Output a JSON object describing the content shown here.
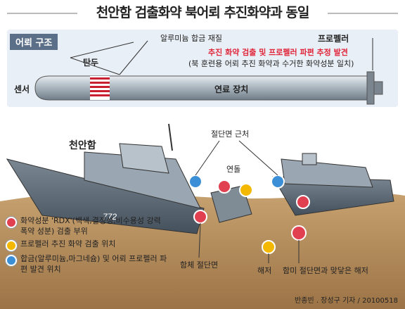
{
  "title": "천안함 검출화약 북어뢰 추진화약과 동일",
  "torpedo": {
    "section_label": "어뢰 구조",
    "material": "알루미늄 합금 재질",
    "warhead": "탄두",
    "sensor": "센서",
    "fuel": "연료 장치",
    "propeller": "프로펠러",
    "finding_line1": "추진 화약 검출 및 프로펠러 파편 추정 발견",
    "finding_line2": "(북 훈련용 어뢰 추진 화약과 수거한 화약성분 일치)"
  },
  "scene": {
    "ship_name": "천안함",
    "hull_number": "772",
    "cut_near": "절단면 근처",
    "funnel": "연돌",
    "hull_cut": "함체 절단면",
    "seabed": "해저",
    "stern_seabed": "함미 절단면과 맞닿은 해저"
  },
  "legend": [
    {
      "color": "#e0404f",
      "text": "화약성분 'RDX'(백색,결정성,비수용성 강력폭약 성분) 검출 부위"
    },
    {
      "color": "#f5b800",
      "text": "프로펠러 추진 화약 검출 위치"
    },
    {
      "color": "#3b8fd6",
      "text": "합금(알루미늄,마그네슘) 및 어뢰 프로펠러 파편 발견 위치"
    }
  ],
  "credit": "반종빈 . 장성구 기자 / 20100518",
  "colors": {
    "red": "#e0404f",
    "yellow": "#f5b800",
    "blue": "#3b8fd6"
  }
}
